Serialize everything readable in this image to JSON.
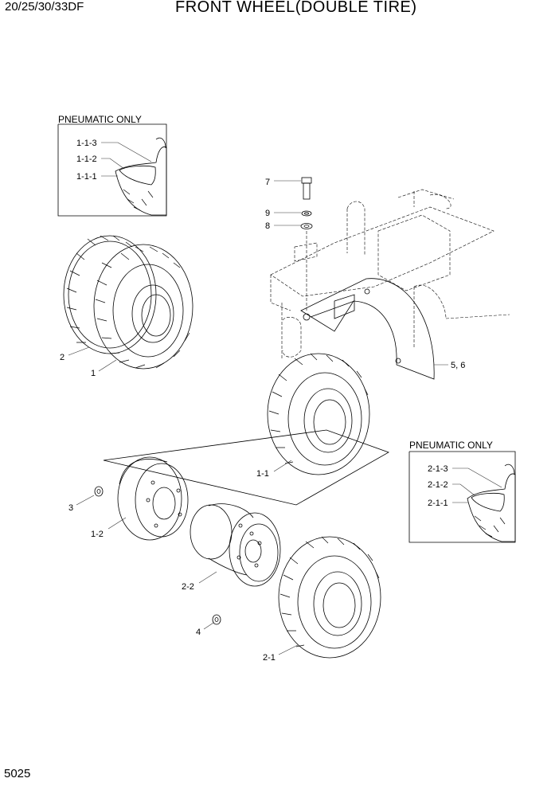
{
  "header": {
    "model": "20/25/30/33DF",
    "title": "FRONT WHEEL(DOUBLE TIRE)"
  },
  "footer": {
    "page_number": "5025"
  },
  "insets": {
    "top_left": {
      "label": "PNEUMATIC ONLY",
      "callouts": [
        "1-1-3",
        "1-1-2",
        "1-1-1"
      ]
    },
    "right": {
      "label": "PNEUMATIC ONLY",
      "callouts": [
        "2-1-3",
        "2-1-2",
        "2-1-1"
      ]
    }
  },
  "callouts": {
    "c7": "7",
    "c9": "9",
    "c8": "8",
    "c56": "5, 6",
    "c2": "2",
    "c1": "1",
    "c11": "1-1",
    "c3": "3",
    "c12": "1-2",
    "c22": "2-2",
    "c4": "4",
    "c21": "2-1"
  }
}
